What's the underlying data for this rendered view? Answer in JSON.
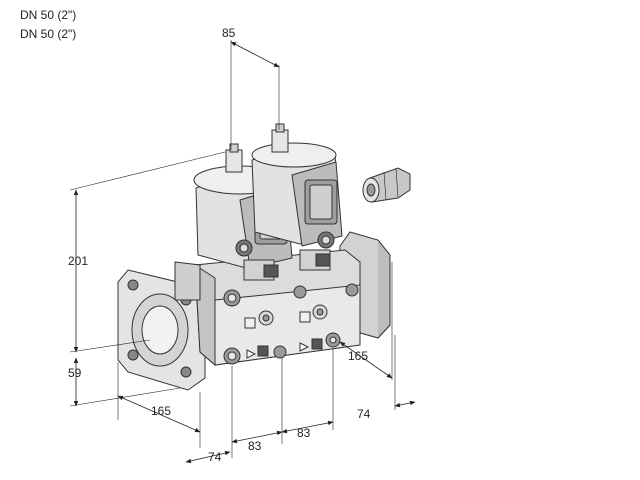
{
  "header": {
    "line1": "DN 50 (2\")",
    "line2": "DN 50 (2\")"
  },
  "dimensions": {
    "top_spacing": "85",
    "height": "201",
    "axis_height": "59",
    "left_length": "165",
    "right_length": "165",
    "front_left": "74",
    "front_right": "74",
    "gap_left": "83",
    "gap_right": "83"
  },
  "colors": {
    "line": "#222222",
    "body_light": "#e6e6e6",
    "body_mid": "#c8c8c8",
    "body_dark": "#8a8a8a"
  }
}
